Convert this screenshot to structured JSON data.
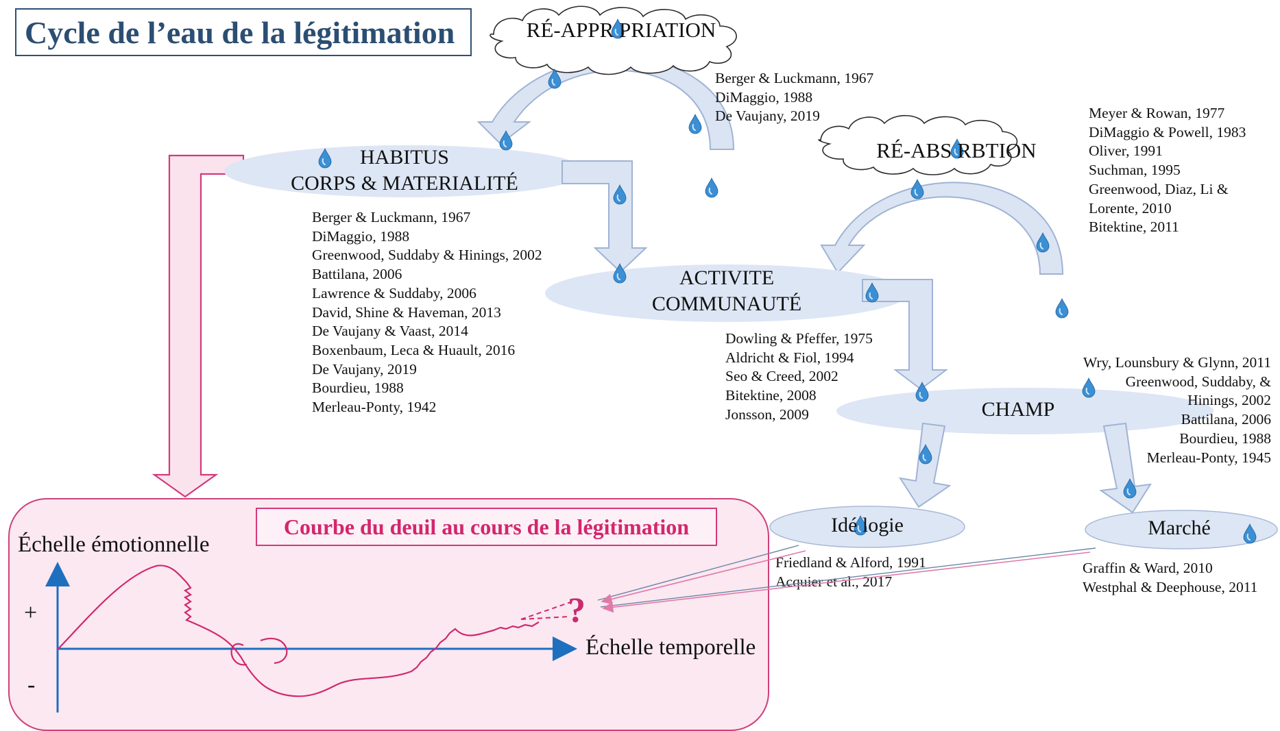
{
  "title": "Cycle de l’eau de la légitimation",
  "clouds": {
    "reappropriation": "RÉ-APPR PRIATION",
    "reabsorbtion": "RÉ-ABS RBTION"
  },
  "nodes": {
    "habitus": [
      "HABITUS",
      "CORPS & MATERIALITÉ"
    ],
    "activite": [
      "ACTIVITE",
      "COMMUNAUTÉ"
    ],
    "champ": "CHAMP",
    "ideologie": "Idé logie",
    "marche": "Marché"
  },
  "references": {
    "reappropriation": [
      "Berger & Luckmann, 1967",
      "DiMaggio, 1988",
      "De Vaujany, 2019"
    ],
    "reabsorbtion": [
      "Meyer & Rowan, 1977",
      "DiMaggio & Powell, 1983",
      "Oliver, 1991",
      "Suchman, 1995",
      "Greenwood, Diaz, Li &",
      "Lorente, 2010",
      "Bitektine, 2011"
    ],
    "habitus": [
      "Berger & Luckmann, 1967",
      "DiMaggio, 1988",
      "Greenwood, Suddaby & Hinings, 2002",
      "Battilana, 2006",
      "Lawrence & Suddaby, 2006",
      "David, Shine & Haveman, 2013",
      "De Vaujany & Vaast, 2014",
      "Boxenbaum, Leca & Huault, 2016",
      "De Vaujany, 2019",
      "Bourdieu, 1988",
      "Merleau-Ponty, 1942"
    ],
    "activite": [
      "Dowling & Pfeffer, 1975",
      "Aldricht & Fiol, 1994",
      "Seo & Creed, 2002",
      "Bitektine, 2008",
      "Jonsson, 2009"
    ],
    "champ": [
      "Wry, Lounsbury & Glynn, 2011",
      "Greenwood, Suddaby, &",
      "Hinings, 2002",
      "Battilana, 2006",
      "Bourdieu, 1988",
      "Merleau-Ponty, 1945"
    ],
    "ideologie": [
      "Friedland & Alford, 1991",
      "Acquier et al., 2017"
    ],
    "marche": [
      "Graffin & Ward, 2010",
      "Westphal & Deephouse, 2011"
    ]
  },
  "grief": {
    "title": "Courbe du deuil au cours de la légitimation",
    "y_label": "Échelle émotionnelle",
    "x_label": "Échelle temporelle",
    "plus": "+",
    "minus": "-",
    "question": "?"
  },
  "colors": {
    "title": "#2b4e72",
    "ellipse_fill": "#dde6f4",
    "arrow_fill": "#dbe4f3",
    "arrow_stroke": "#9fb3d4",
    "drop": "#3b8fd4",
    "pink": "#d0286f",
    "pink_fill": "#fbe8f0",
    "axis": "#1f6fbf"
  }
}
